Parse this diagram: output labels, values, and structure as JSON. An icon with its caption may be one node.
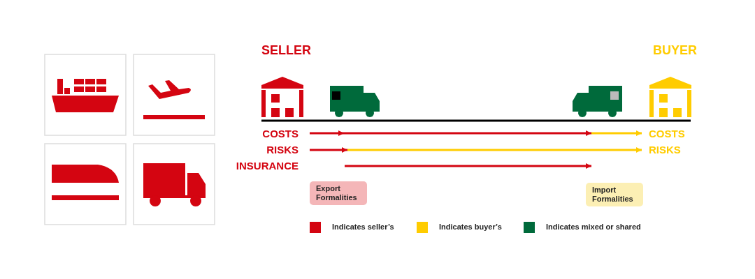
{
  "diagram": {
    "nodes": [
      {
        "text": [
          "Export Formalities"
        ]
      },
      {
        "text": [
          "Import Formalities"
        ]
      }
    ],
    "labels": [
      "SELLER",
      "BUYER",
      "COSTS",
      "RISKS",
      "INSURANCE",
      "COSTS",
      "RISKS"
    ],
    "legend": [
      {
        "text": "Indicates seller’s",
        "color": "#d40511"
      },
      {
        "text": "Indicates buyer’s",
        "color": "#ffcc00"
      },
      {
        "text": "Indicates mixed or shared",
        "color": "#006a3b"
      }
    ]
  }
}
